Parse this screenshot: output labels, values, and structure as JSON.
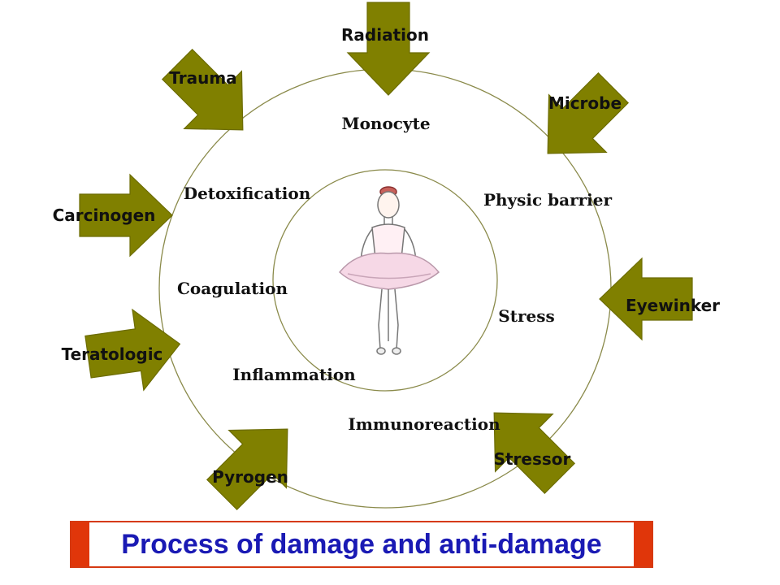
{
  "colors": {
    "arrow_fill": "#808000",
    "arrow_stroke": "#6b6b00",
    "circle_stroke": "#8a8a4a",
    "banner_accent": "#e0360a",
    "title_text": "#1a1ab4"
  },
  "external_factors": {
    "radiation": "Radiation",
    "trauma": "Trauma",
    "microbe": "Microbe",
    "carcinogen": "Carcinogen",
    "eyewinker": "Eyewinker",
    "teratologic": "Teratologic",
    "stressor": "Stressor",
    "pyrogen": "Pyrogen"
  },
  "defenses": {
    "monocyte": "Monocyte",
    "detoxification": "Detoxification",
    "physic_barrier": "Physic barrier",
    "coagulation": "Coagulation",
    "stress": "Stress",
    "inflammation": "Inflammation",
    "immunoreaction": "Immunoreaction"
  },
  "center_figure": "ballerina-figure",
  "title": "Process of damage and anti-damage"
}
